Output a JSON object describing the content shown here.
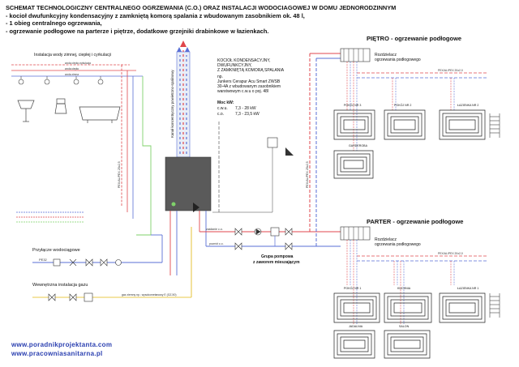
{
  "header": {
    "title": "SCHEMAT TECHNOLOGICZNY CENTRALNEGO OGRZEWANIA (C.O.) ORAZ INSTALACJI WODOCIAGOWEJ W DOMU JEDNORODZINNYM",
    "lines": [
      "- kocioł dwufunkcyjny kondensacyjny z zamkniętą komorą spalania z wbudowanym zasobnikiem ok. 48 l,",
      "- 1 obieg centralnego ogrzewania,",
      "- ogrzewanie podłogowe na parterze i piętrze, dodatkowe grzejniki drabinkowe w łazienkach."
    ]
  },
  "left": {
    "water_installation_title": "Instalacja wody zimnej, ciepłej i cyrkulacji",
    "pipe_labels": [
      "woda ciepła cyrkulacja",
      "woda ciepła",
      "woda zimna"
    ],
    "water_connection_title": "Przyłącze wodociągowe",
    "water_connection_pipe": "PE32",
    "gas_installation_title": "Wewnętrzna instalacja gazu",
    "gas_pipe_label": "gaz ziemny np.: wysokometanowy E (GZ-50)"
  },
  "boiler": {
    "chimney_label": "Kanał koncentryczny powietrzno-spalinowy",
    "description": [
      "KOCIOŁ KONDENSACYJNY,",
      "DWUFUNKCYJNY,",
      "Z ZAMKNIĘTĄ KOMORĄ SPALANIA",
      "np.",
      "Junkers Cerapur Acu Smart ZWSB",
      "30-4A z wbudowanym zasobnikiem",
      "warstwowym c.w.u o poj. 48l"
    ],
    "power_title": "Moc kW:",
    "power_rows": [
      {
        "label": "c.w.u.",
        "value": "7,3 - 28 kW"
      },
      {
        "label": "c.o.",
        "value": "7,3 - 23,5 kW"
      }
    ],
    "vertical_pipe_label": "PEX/AL/PEX 25x2,5",
    "supply_label": "zasilanie c.o.",
    "return_label": "powrót c.o."
  },
  "pump_group": {
    "label_1": "Grupa pompowa",
    "label_2": "z zaworem mieszającym"
  },
  "upper_floor": {
    "title": "PIĘTRO - ogrzewanie podłogowe",
    "manifold_1": "Rozdzielacz",
    "manifold_2": "ogrzewania podłogowego",
    "pipe_label": "PEX/AL/PEX 20x2,0",
    "rooms": [
      "POKÓJ NR 3",
      "POKÓJ NR 2",
      "ŁAZIENKA NR 2",
      "GARDEROBA"
    ]
  },
  "ground_floor": {
    "title": "PARTER - ogrzewanie podłogowe",
    "manifold_1": "Rozdzielacz",
    "manifold_2": "ogrzewania podłogowego",
    "pipe_label": "PEX/AL/PEX 20x2,0",
    "rooms": [
      "POKÓJ NR 1",
      "KUCHNIA",
      "ŁAZIENKA NR 1",
      "JADALNIA",
      "SALON"
    ]
  },
  "footer": {
    "link_1": "www.poradnikprojektanta.com",
    "link_2": "www.pracowniasanitarna.pl"
  },
  "colors": {
    "supply": "#e0474c",
    "return": "#5a6fd6",
    "cold_water": "#7fd26a",
    "gas": "#e8c84a",
    "boiler_body": "#5a5a5a",
    "footer_link": "#2a3fb0"
  }
}
